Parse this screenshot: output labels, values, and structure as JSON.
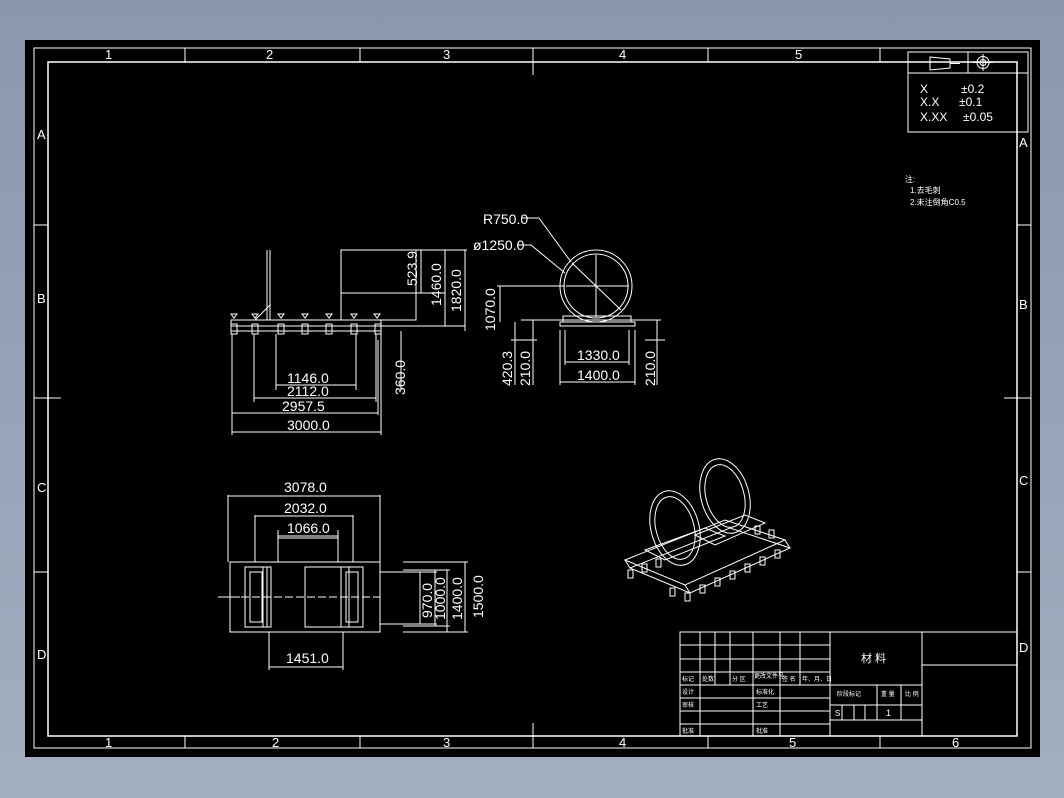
{
  "grid": {
    "columns": [
      "1",
      "2",
      "3",
      "4",
      "5",
      "6"
    ],
    "rows": [
      "A",
      "B",
      "C",
      "D"
    ]
  },
  "tolerance": {
    "rows": [
      {
        "format": "X",
        "value": "±0.2"
      },
      {
        "format": "X.X",
        "value": "±0.1"
      },
      {
        "format": "X.XX",
        "value": "±0.05"
      }
    ]
  },
  "notes": {
    "title": "注:",
    "items": [
      "1.去毛刺",
      "2.未注倒角C0.5"
    ]
  },
  "side_view": {
    "dims": {
      "d_523_9": "523.9",
      "d_1460": "1460.0",
      "d_1820": "1820.0",
      "d_1146": "1146.0",
      "d_2112": "2112.0",
      "d_2957_5": "2957.5",
      "d_3000": "3000.0",
      "d_360": "360.0"
    }
  },
  "end_view": {
    "dims": {
      "radius": "R750.0",
      "diameter": "ø1250.0",
      "d_1070": "1070.0",
      "d_420_3": "420.3",
      "d_210_a": "210.0",
      "d_1330": "1330.0",
      "d_1400": "1400.0",
      "d_210_b": "210.0"
    }
  },
  "top_view": {
    "dims": {
      "d_3078": "3078.0",
      "d_2032": "2032.0",
      "d_1066": "1066.0",
      "d_970": "970.0",
      "d_1000": "1000.0",
      "d_1400": "1400.0",
      "d_1500": "1500.0",
      "d_1451": "1451.0"
    }
  },
  "title_block": {
    "material": "材 料",
    "labels": {
      "mark": "标记",
      "count": "处数",
      "zone": "分 区",
      "change_doc": "更改文件号",
      "sign": "签 名",
      "date": "年、月、日",
      "design": "设计",
      "standardize": "标准化",
      "check": "审核",
      "process": "工艺",
      "approve": "批准",
      "stage": "阶段标记",
      "weight": "重 量",
      "scale": "比 例",
      "s": "S",
      "scale_value": "1"
    }
  }
}
